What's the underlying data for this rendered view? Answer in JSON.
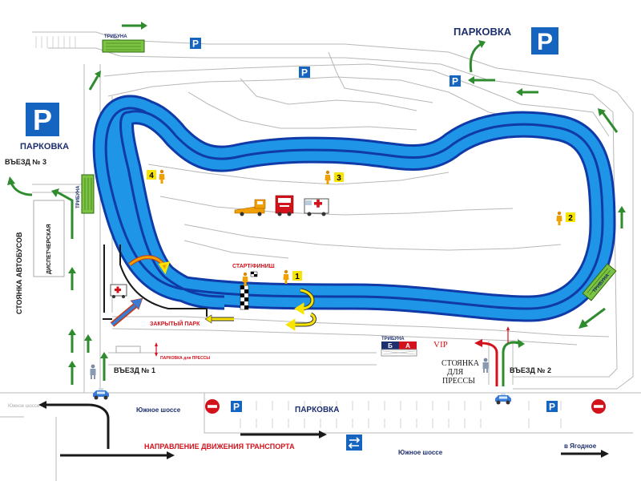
{
  "labels": {
    "parking_top": "ПАРКОВКА",
    "parking_left": "ПАРКОВКА",
    "parking_bottom": "ПАРКОВКА",
    "entry_1": "ВЪЕЗД № 1",
    "entry_2": "ВЪЕЗД № 2",
    "entry_3": "ВЪЕЗД № 3",
    "bus_parking": "СТОЯНКА АВТОБУСОВ",
    "dispatch": "ДИСПЕТЧЕРСКАЯ",
    "stand_top": "ТРИБУНА",
    "stand_left": "ТРИБУНА",
    "stand_right": "ТРИБУНА",
    "stand_bottom": "ТРИБУНА",
    "stand_b": "Б",
    "stand_a": "А",
    "vip": "VIP",
    "start_finish": "СТАРТ/ФИНИШ",
    "closed_park": "ЗАКРЫТЫЙ ПАРК",
    "press_parking_small": "ПАРКОВКА для ПРЕССЫ",
    "press_parking_l1": "СТОЯНКА",
    "press_parking_l2": "ДЛЯ",
    "press_parking_l3": "ПРЕССЫ",
    "south_hw_1": "Южное шоссе",
    "south_hw_2": "Южное шоссе",
    "south_hw_faint": "Южное шоссе",
    "direction": "НАПРАВЛЕНИЕ ДВИЖЕНИЯ ТРАНСПОРТА",
    "to_yagodnoe": "в Ягодное",
    "parking_sign": "P"
  },
  "marshals": [
    "1",
    "2",
    "3",
    "4"
  ],
  "colors": {
    "track": "#1e95e6",
    "track_edge": "#0f3aa8",
    "sign_blue": "#1565c0",
    "arrow_green": "#2e8b2e",
    "stand_green": "#7cc243",
    "marker_yellow": "#f7e400",
    "no_entry_red": "#d3131c",
    "text_navy": "#1d2f6e"
  }
}
